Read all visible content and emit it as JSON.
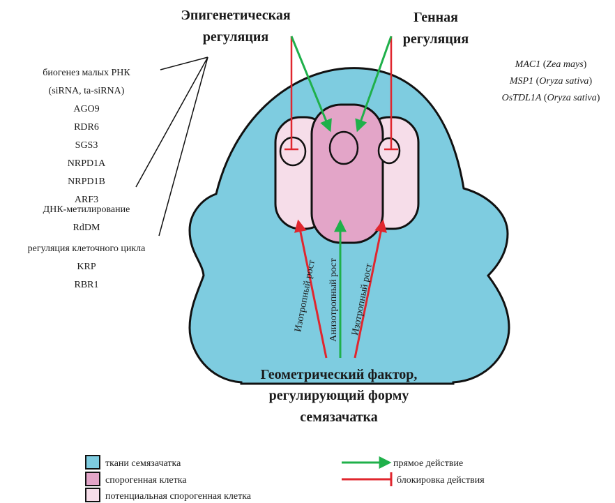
{
  "headings": {
    "epigenetic": [
      "Эпигенетическая",
      "регуляция"
    ],
    "genetic": [
      "Генная",
      "регуляция"
    ],
    "geometric": [
      "Геометрический фактор,",
      "регулирующий форму",
      "семязачатка"
    ]
  },
  "epigenetic_factors": {
    "small_rna": [
      "биогенез малых РНК",
      "(siRNA, ta-siRNA)",
      "AGO9",
      "RDR6",
      "SGS3",
      "NRPD1A",
      "NRPD1B",
      "ARF3"
    ],
    "dna_methylation": [
      "ДНК-метилирование",
      "RdDM"
    ],
    "cell_cycle": [
      "регуляция клеточного цикла",
      "KRP",
      "RBR1"
    ]
  },
  "genes": [
    {
      "gene": "MAC1",
      "species": "Zea mays"
    },
    {
      "gene": "MSP1",
      "species": "Oryza sativa"
    },
    {
      "gene": "OsTDL1A",
      "species": "Oryza sativa"
    }
  ],
  "growth_labels": {
    "left": "Изотропный рост",
    "center": "Анизотропный рост",
    "right": "Изотропный рост"
  },
  "legend": {
    "fills": [
      {
        "label": "ткани семязачатка",
        "color": "#7ecce0"
      },
      {
        "label": "спорогенная клетка",
        "color": "#e3a5c8"
      },
      {
        "label": "потенциальная спорогенная клетка",
        "color": "#f6dde9"
      }
    ],
    "arrows": [
      {
        "label": "прямое действие",
        "color": "#1fb04a",
        "icon": "arrow-head"
      },
      {
        "label": "блокировка действия",
        "color": "#e0262e",
        "icon": "t-bar"
      }
    ]
  },
  "colors": {
    "activation": "#1fb04a",
    "inhibition": "#e0262e",
    "outline": "#111111"
  }
}
